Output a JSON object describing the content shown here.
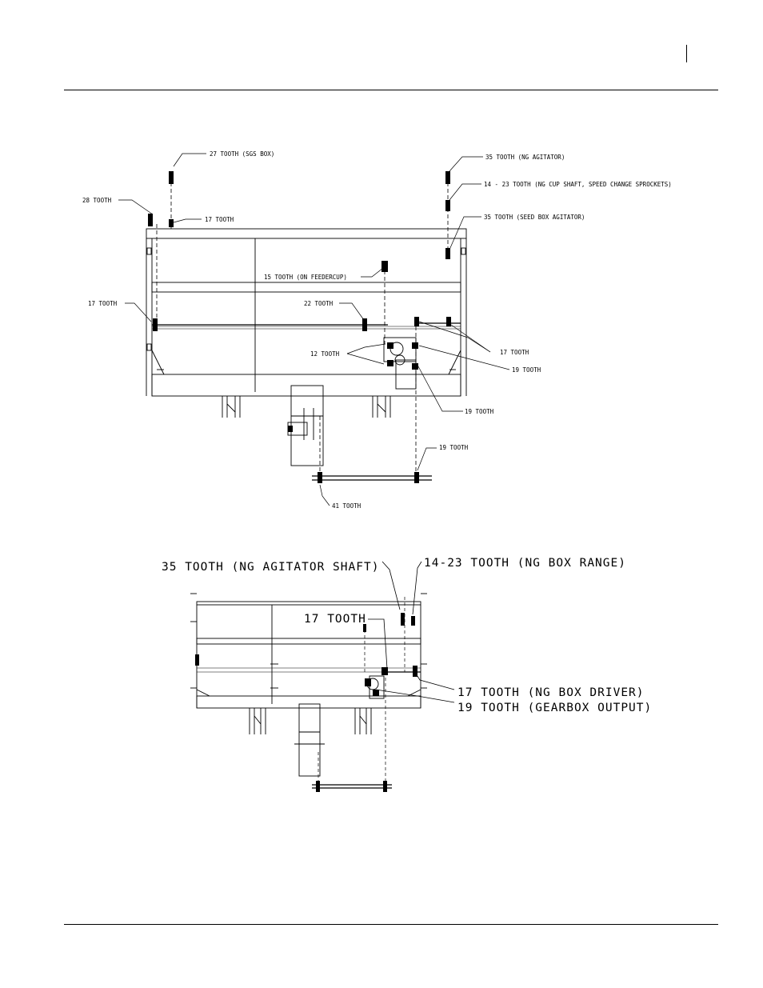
{
  "top": {
    "labels": {
      "l27": "27 TOOTH (SGS BOX)",
      "l35ng": "35 TOOTH (NG AGITATOR)",
      "l1423": "14 - 23 TOOTH (NG CUP SHAFT, SPEED CHANGE SPROCKETS)",
      "l28": "28 TOOTH",
      "l17a": "17 TOOTH",
      "l35sb": "35 TOOTH (SEED BOX AGITATOR)",
      "l15": "15 TOOTH (ON FEEDERCUP)",
      "l17left": "17 TOOTH",
      "l22": "22 TOOTH",
      "l12": "12 TOOTH",
      "l17right": "17 TOOTH",
      "l19a": "19 TOOTH",
      "l19b": "19 TOOTH",
      "l19c": "19 TOOTH",
      "l41": "41 TOOTH"
    }
  },
  "bottom": {
    "labels": {
      "l35shaft": "35 TOOTH (NG AGITATOR SHAFT)",
      "l1423range": "14-23 TOOTH (NG BOX RANGE)",
      "l17": "17 TOOTH",
      "l17driver": "17 TOOTH (NG BOX DRIVER)",
      "l19output": "19 TOOTH (GEARBOX OUTPUT)"
    }
  }
}
